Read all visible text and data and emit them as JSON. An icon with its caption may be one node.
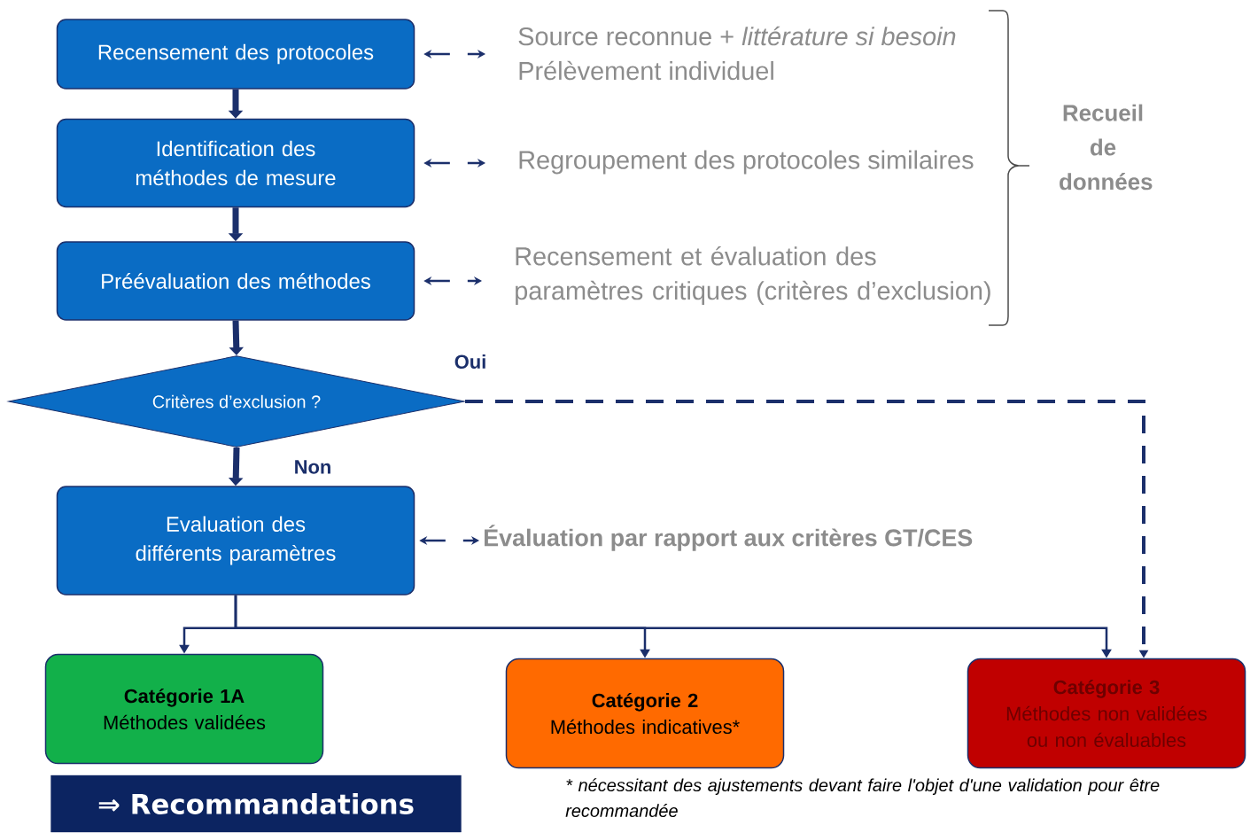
{
  "diagram": {
    "nodes": [
      {
        "text": [
          "Recensement des protocoles"
        ]
      },
      {
        "text": [
          "Identification des méthodes de mesure"
        ]
      },
      {
        "text": [
          "Préévaluation des méthodes"
        ]
      },
      {
        "text": [
          "Critères d’exclusion ?"
        ]
      },
      {
        "text": [
          "Evaluation des différents paramètres"
        ]
      },
      {
        "text": [
          "Catégorie 1A",
          "Méthodes validées"
        ]
      },
      {
        "text": [
          "Catégorie 2",
          "Méthodes indicatives*"
        ]
      },
      {
        "text": [
          "Catégorie 3",
          "Méthodes non validées ou non évaluables"
        ]
      },
      {
        "text": [
          "⇒ Recommandations"
        ]
      },
      {
        "text": [
          "Source reconnue + *littérature si besoin*",
          "Prélèvement individuel"
        ]
      },
      {
        "text": [
          "Regroupement des protocoles similaires"
        ]
      },
      {
        "text": [
          "Recensement et évaluation des paramètres critiques (critères d’exclusion)"
        ]
      },
      {
        "text": [
          "Évaluation par rapport aux critères GT/CES"
        ]
      }
    ],
    "edges": [
      {
        "from": 0,
        "to": 1,
        "arrow": "to",
        "style": "thick"
      },
      {
        "from": 1,
        "to": 2,
        "arrow": "to",
        "style": "thick"
      },
      {
        "from": 2,
        "to": 3,
        "arrow": "to",
        "style": "thick"
      },
      {
        "from": 3,
        "to": 4,
        "arrow": "to",
        "style": "thick",
        "label": "Non"
      },
      {
        "from": 3,
        "to": 7,
        "arrow": "to",
        "style": "dashed",
        "label": "Oui"
      },
      {
        "from": 4,
        "to": 5,
        "arrow": "to"
      },
      {
        "from": 4,
        "to": 6,
        "arrow": "to"
      },
      {
        "from": 4,
        "to": 7,
        "arrow": "to"
      },
      {
        "from": 0,
        "to": 9,
        "arrow": "both",
        "style": "dashed"
      },
      {
        "from": 1,
        "to": 10,
        "arrow": "both",
        "style": "dashed"
      },
      {
        "from": 2,
        "to": 11,
        "arrow": "both",
        "style": "dashed"
      },
      {
        "from": 4,
        "to": 12,
        "arrow": "both",
        "style": "dashed"
      }
    ],
    "labels": [
      "Recueil de données",
      "* nécessitant des ajustements devant faire l'objet d'une validation pour être recommandée"
    ]
  }
}
